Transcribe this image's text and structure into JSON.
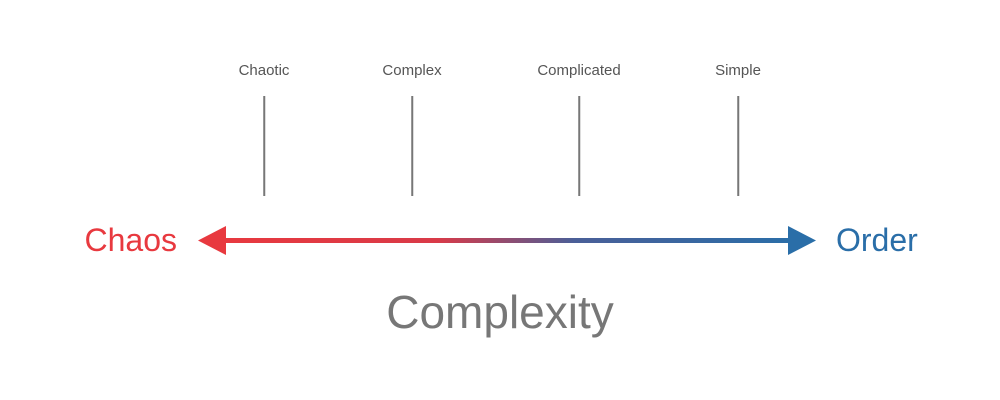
{
  "stages": [
    {
      "label": "Chaotic"
    },
    {
      "label": "Complex"
    },
    {
      "label": "Complicated"
    },
    {
      "label": "Simple"
    }
  ],
  "ends": {
    "left": {
      "label": "Chaos",
      "color": "#e8393f"
    },
    "right": {
      "label": "Order",
      "color": "#2a6ea8"
    }
  },
  "axis_title": "Complexity",
  "colors": {
    "text_gray": "#777777",
    "tick_gray": "#777777",
    "label_gray": "#555555"
  }
}
